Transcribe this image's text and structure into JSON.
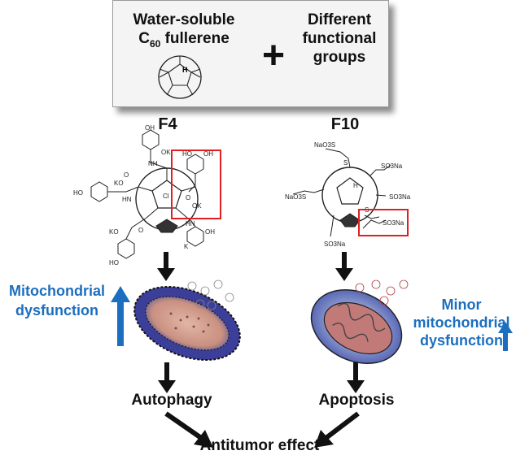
{
  "top_box": {
    "left_line1": "Water-soluble",
    "left_line2_prefix": "C",
    "left_line2_sub": "60",
    "left_line2_suffix": " fullerene",
    "plus": "+",
    "right_lines": [
      "Different",
      "functional",
      "groups"
    ]
  },
  "left": {
    "title": "F4",
    "side_label": [
      "Mitochondrial",
      "dysfunction"
    ],
    "outcome": "Autophagy"
  },
  "right": {
    "title": "F10",
    "side_label": [
      "Minor",
      "mitochondrial",
      "dysfunction"
    ],
    "outcome": "Apoptosis"
  },
  "final": "Antitumor effect",
  "colors": {
    "blue": "#1c6fc0",
    "red_box": "#e02020",
    "arrow": "#111111"
  },
  "chem_labels": {
    "f4": [
      "KO",
      "O",
      "NH",
      "OK",
      "HO",
      "OH",
      "Cl",
      "HN",
      "O",
      "K",
      "KO",
      "HN",
      "OH",
      "HO"
    ],
    "f10": [
      "NaO3S",
      "SO3Na",
      "S",
      "NaO3S",
      "H",
      "SO3Na",
      "SO3Na",
      "S"
    ]
  }
}
